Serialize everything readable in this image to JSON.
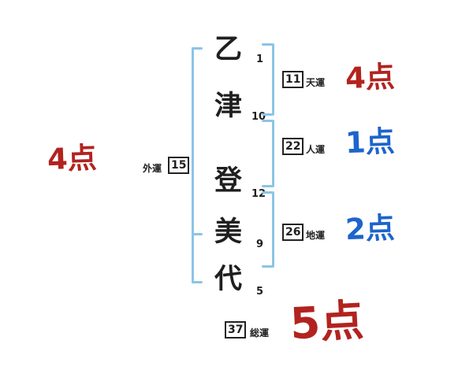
{
  "name_chart": {
    "characters": [
      {
        "char": "乙",
        "strokes": 1
      },
      {
        "char": "津",
        "strokes": 10
      },
      {
        "char": "登",
        "strokes": 12
      },
      {
        "char": "美",
        "strokes": 9
      },
      {
        "char": "代",
        "strokes": 5
      }
    ],
    "fortunes": {
      "outer": {
        "label": "外運",
        "value": 15,
        "score": "4点",
        "score_color": "#b2231f"
      },
      "heaven": {
        "label": "天運",
        "value": 11,
        "score": "4点",
        "score_color": "#b2231f"
      },
      "person": {
        "label": "人運",
        "value": 22,
        "score": "1点",
        "score_color": "#1d64cc"
      },
      "earth": {
        "label": "地運",
        "value": 26,
        "score": "2点",
        "score_color": "#1d64cc"
      },
      "total": {
        "label": "総運",
        "value": 37,
        "score": "5点",
        "score_color": "#b2231f"
      }
    },
    "colors": {
      "bracket": "#8cc4e6",
      "red": "#b2231f",
      "blue": "#1d64cc",
      "ink": "#1f1f1f"
    }
  }
}
